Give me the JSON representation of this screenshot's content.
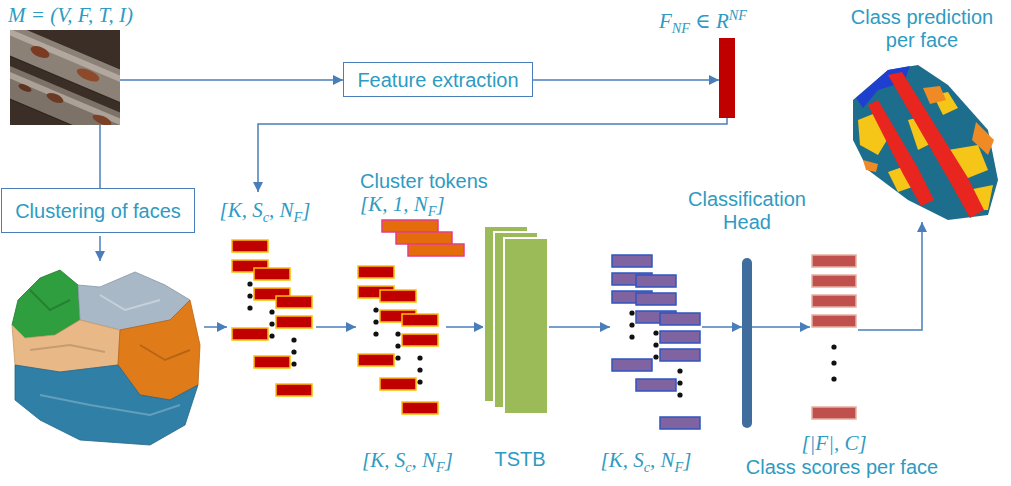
{
  "diagram": {
    "nodes": [
      {
        "text": [
          "M = (V, F, T, I)"
        ]
      },
      {
        "text": [
          "Feature extraction"
        ]
      },
      {
        "text": [
          "FNF ∈ RNF"
        ]
      },
      {
        "text": [
          "Class prediction per face"
        ]
      },
      {
        "text": [
          "Clustering of faces"
        ]
      },
      {
        "text": [
          "[K, Sc, NF]"
        ]
      },
      {
        "text": [
          "Cluster tokens",
          "[K, 1, NF]",
          "[K, Sc, NF]"
        ]
      },
      {
        "text": [
          "TSTB"
        ]
      },
      {
        "text": [
          "[K, Sc, NF]"
        ]
      },
      {
        "text": [
          "Classification Head"
        ]
      },
      {
        "text": [
          "[|F|, C]",
          "Class scores per face"
        ]
      }
    ],
    "edges": [
      {
        "from": 0,
        "to": 1,
        "arrow": "to"
      },
      {
        "from": 1,
        "to": 2,
        "arrow": "to"
      },
      {
        "from": 2,
        "to": 5,
        "arrow": "to"
      },
      {
        "from": 0,
        "to": 4,
        "arrow": "none"
      },
      {
        "from": 5,
        "to": 6,
        "arrow": "to"
      },
      {
        "from": 6,
        "to": 7,
        "arrow": "to"
      },
      {
        "from": 7,
        "to": 8,
        "arrow": "to"
      },
      {
        "from": 8,
        "to": 9,
        "arrow": "to"
      },
      {
        "from": 9,
        "to": 10,
        "arrow": "to"
      },
      {
        "from": 10,
        "to": 3,
        "arrow": "to"
      }
    ]
  }
}
